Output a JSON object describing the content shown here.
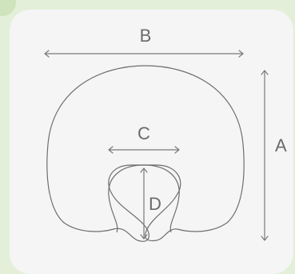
{
  "dimensions": {
    "b": {
      "label": "B"
    },
    "c": {
      "label": "C"
    },
    "a": {
      "label": "A"
    },
    "d": {
      "label": "D"
    }
  },
  "colors": {
    "background": "#e3efd9",
    "card": "#f5f5f5",
    "stroke": "#6e6e6e"
  }
}
